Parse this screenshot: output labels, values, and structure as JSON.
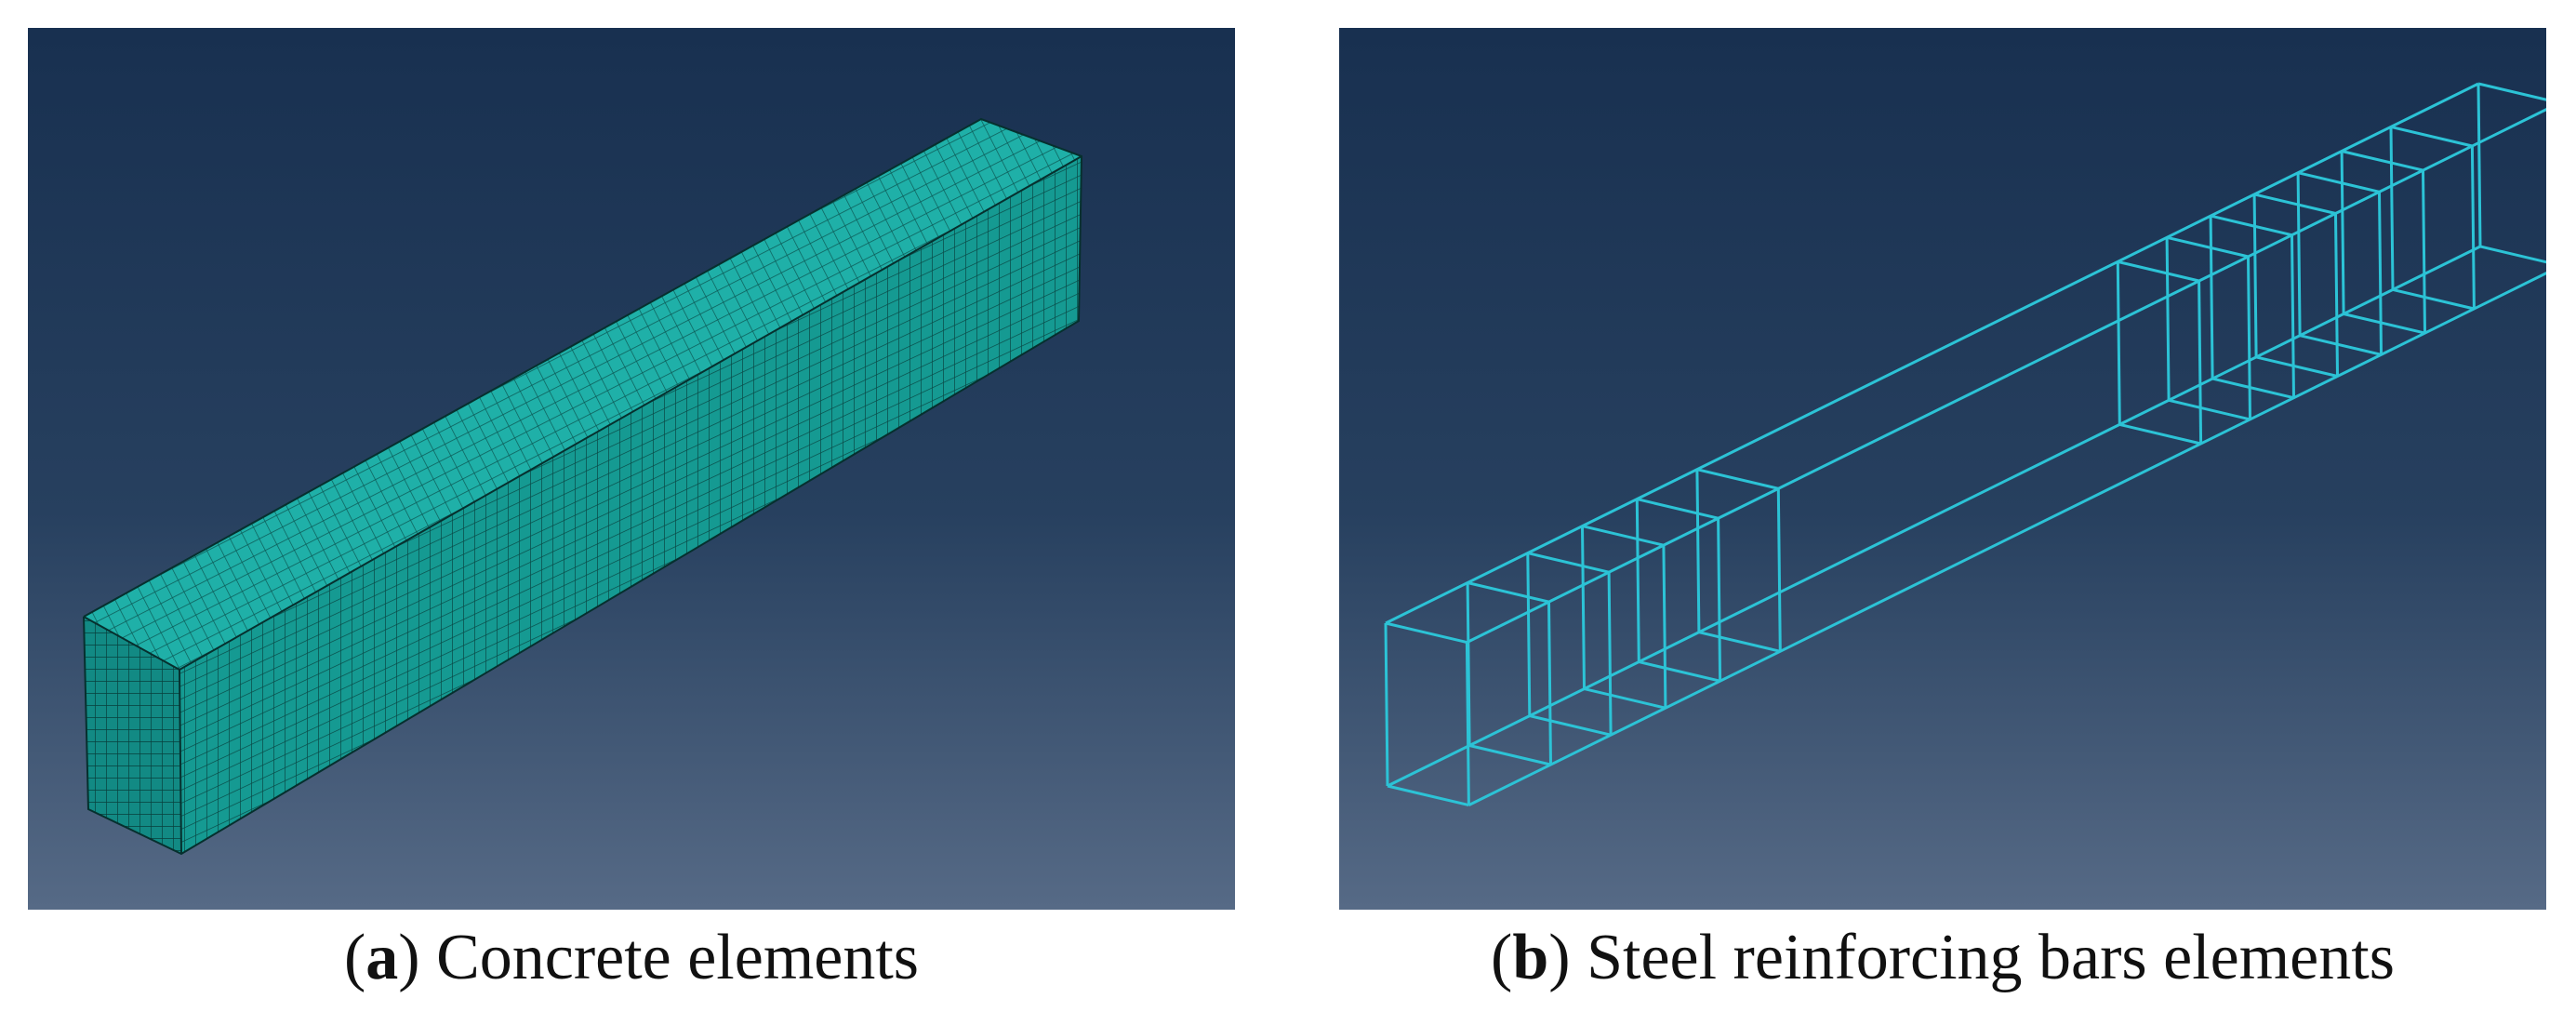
{
  "panels": [
    {
      "letter": "a",
      "text": "Concrete elements",
      "mesh_color": "#1aa7a0",
      "mesh_line_color": "#0b4a48"
    },
    {
      "letter": "b",
      "text": "Steel reinforcing bars elements",
      "wire_color": "#2cc3d6"
    }
  ],
  "colors": {
    "background_top": "#183050",
    "background_bottom": "#566a86"
  }
}
